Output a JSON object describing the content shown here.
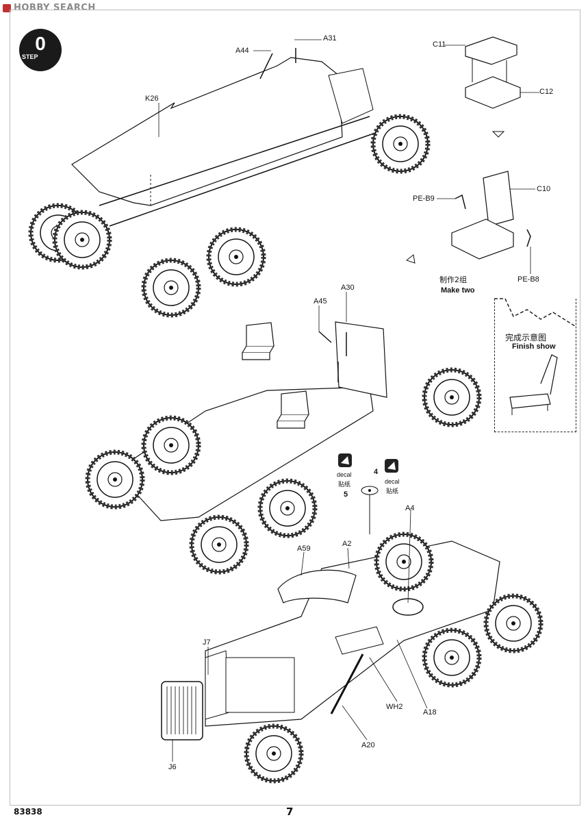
{
  "watermark": {
    "brand": "HOBBY SEARCH"
  },
  "step": {
    "number": "0",
    "label": "STEP"
  },
  "parts": {
    "A31": "A31",
    "A44": "A44",
    "K26": "K26",
    "C11": "C11",
    "C12": "C12",
    "C10": "C10",
    "PE_B9": "PE-B9",
    "PE_B8": "PE-B8",
    "A45": "A45",
    "A30": "A30",
    "decal_n4": "4",
    "decal_n5": "5",
    "A4": "A4",
    "A2": "A2",
    "A59": "A59",
    "J7": "J7",
    "J6": "J6",
    "WH2": "WH2",
    "A18": "A18",
    "A20": "A20"
  },
  "make_two": {
    "cn": "制作2组",
    "en": "Make two"
  },
  "finish_show": {
    "cn": "完成示意图",
    "en": "Finish show"
  },
  "decal": {
    "en": "decal",
    "cn": "贴纸"
  },
  "footer": {
    "code": "83838",
    "page": "7"
  },
  "colors": {
    "ink": "#111111",
    "tire": "#2a2a2a",
    "panel": "#ffffff",
    "watermark_logo": "#c23030"
  }
}
